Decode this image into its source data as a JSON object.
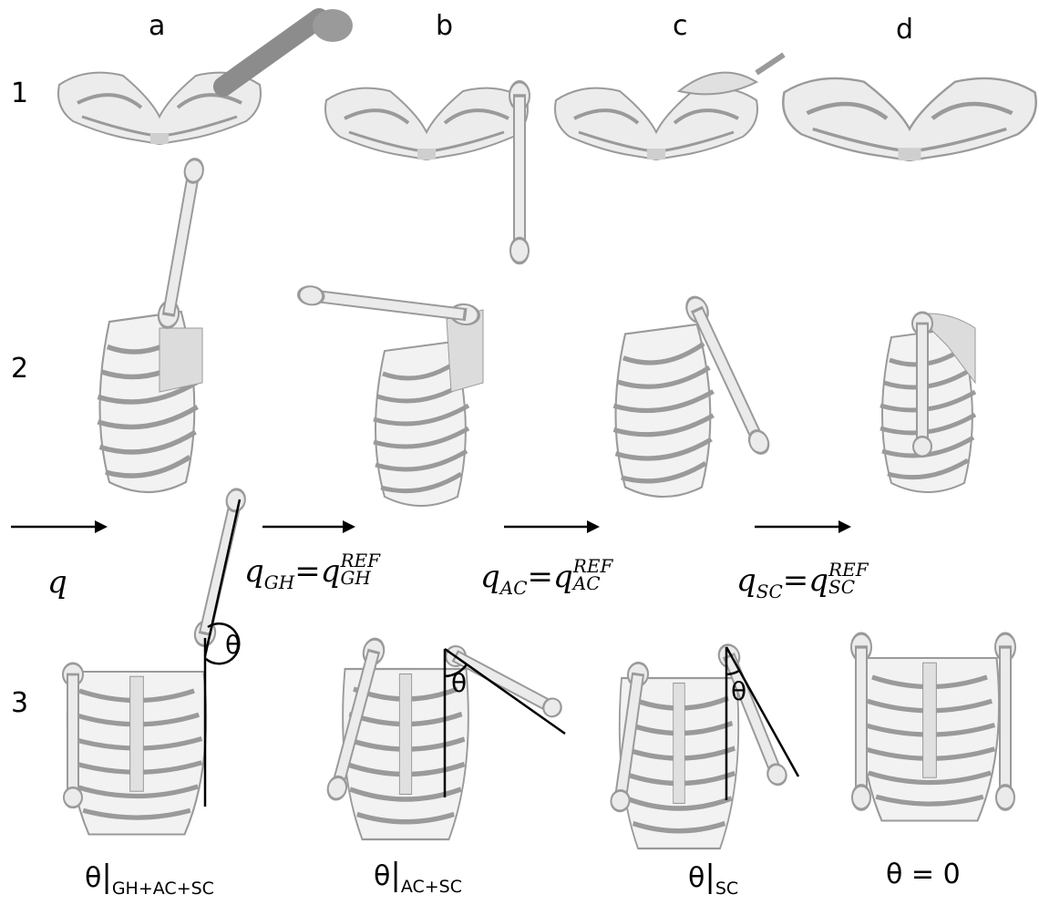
{
  "columns": [
    "a",
    "b",
    "c",
    "d"
  ],
  "rows": [
    "1",
    "2",
    "3"
  ],
  "arrows": {
    "q": "q",
    "eq1": {
      "var": "q",
      "sub": "GH",
      "eq": "=",
      "rhs": "q",
      "sup": "REF",
      "rhs_sub": "GH"
    },
    "eq2": {
      "var": "q",
      "sub": "AC",
      "eq": "=",
      "rhs": "q",
      "sup": "REF",
      "rhs_sub": "AC"
    },
    "eq3": {
      "var": "q",
      "sub": "SC",
      "eq": "=",
      "rhs": "q",
      "sup": "REF",
      "rhs_sub": "SC"
    }
  },
  "theta": "θ",
  "captions": [
    {
      "sym": "θ",
      "bar": "|",
      "sub": "GH+AC+SC"
    },
    {
      "sym": "θ",
      "bar": "|",
      "sub": "AC+SC"
    },
    {
      "sym": "θ",
      "bar": "|",
      "sub": "SC"
    },
    {
      "text": "θ = 0"
    }
  ],
  "colors": {
    "bone": "#e6e6e6",
    "bone_stroke": "#9a9a9a",
    "shade": "#bdbdbd",
    "dark_bone": "#8c8c8c",
    "line": "#000000"
  }
}
